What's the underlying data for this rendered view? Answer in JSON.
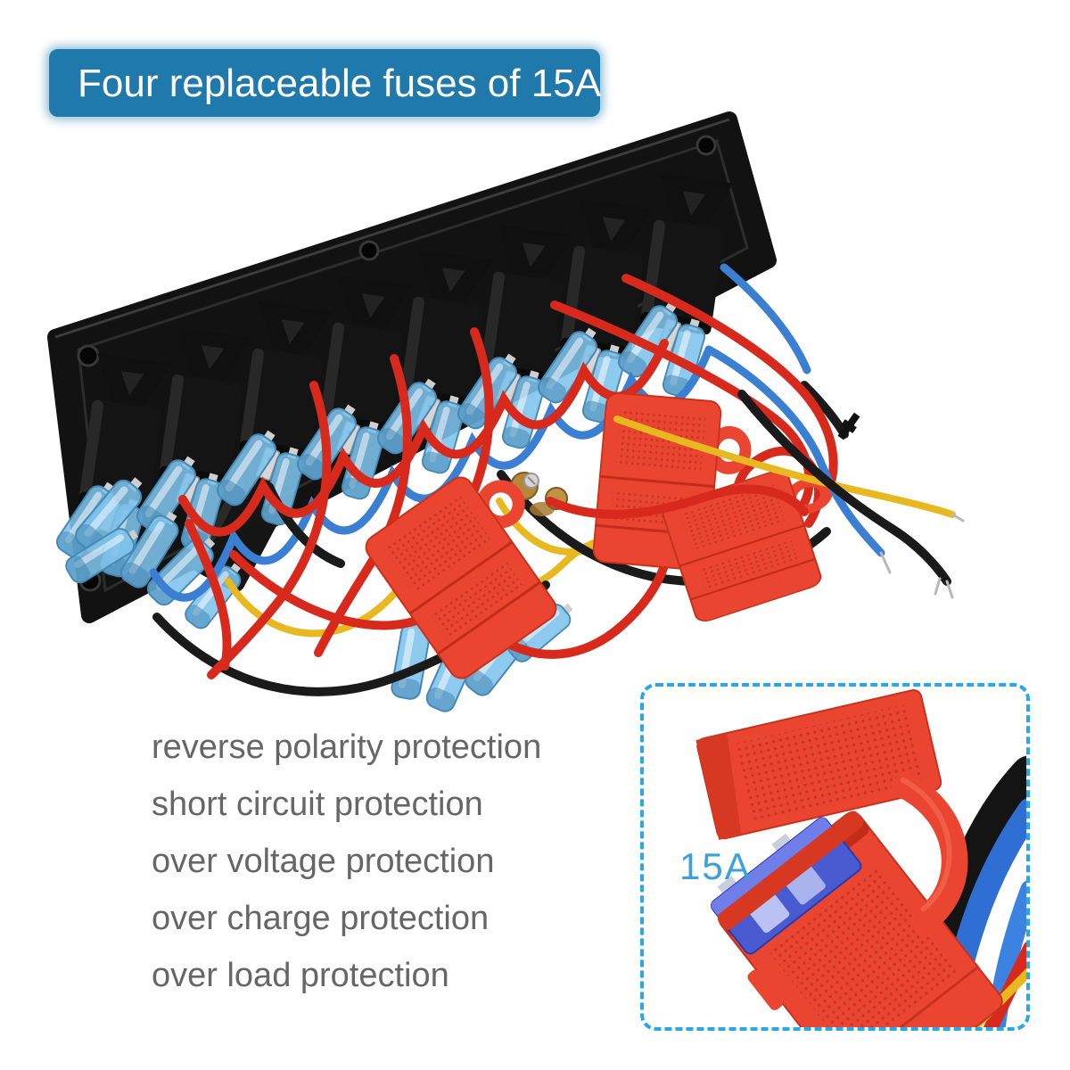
{
  "banner": {
    "title": "Four replaceable fuses of 15A"
  },
  "features": [
    "reverse polarity protection",
    "short circuit protection",
    "over voltage protection",
    "over charge protection",
    "over load protection"
  ],
  "inset": {
    "label": "15A"
  },
  "colors": {
    "banner_bg": "#1f79ab",
    "banner_text": "#ffffff",
    "feature_text": "#666666",
    "inset_border": "#29a8e8",
    "inset_label": "#3ba0dc",
    "panel_black": "#121212",
    "switch_black": "#141414",
    "connector_blue": "#7ec3ea",
    "wire_red": "#d8291d",
    "wire_blue": "#3a7fd2",
    "wire_yellow": "#e8b820",
    "wire_black": "#1a1a1a",
    "holder_red": "#ea4530",
    "fuse_blue": "#4a5ad0",
    "metal_silver": "#d6d6d6",
    "brass": "#b5873c"
  }
}
